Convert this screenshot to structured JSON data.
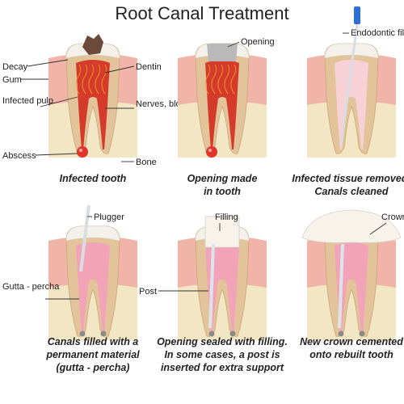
{
  "title": "Root Canal Treatment",
  "panels": [
    {
      "caption": [
        "Infected tooth"
      ],
      "labels": {
        "decay": "Decay",
        "gum": "Gum",
        "infected_pulp": "Infected pulp",
        "abscess": "Abscess",
        "dentin": "Dentin",
        "nerves": "Nerves, blood vessels",
        "bone": "Bone"
      }
    },
    {
      "caption": [
        "Opening made",
        "in tooth"
      ],
      "labels": {
        "opening": "Opening"
      }
    },
    {
      "caption": [
        "Infected tissue removed;",
        "Canals cleaned"
      ],
      "labels": {
        "file": "Endodontic file"
      }
    },
    {
      "caption": [
        "Canals filled with a",
        "permanent material",
        "(gutta - percha)"
      ],
      "labels": {
        "plugger": "Plugger",
        "gutta": "Gutta - percha"
      }
    },
    {
      "caption": [
        "Opening sealed with filling.",
        "In some cases, a post is",
        "inserted for extra support"
      ],
      "labels": {
        "filling": "Filling",
        "post": "Post"
      }
    },
    {
      "caption": [
        "New crown cemented",
        "onto rebuilt tooth"
      ],
      "labels": {
        "crown": "Crown"
      }
    }
  ],
  "colors": {
    "gum": "#f0b5a8",
    "bone": "#f3e6c5",
    "dentin": "#e3c49a",
    "enamel": "#f4f1ea",
    "infected_pulp": "#d43b2a",
    "abscess": "#e0352a",
    "clean_canal": "#f6d1d6",
    "gutta_percha": "#f2a3b8",
    "filling": "#f7f3ea",
    "post": "#dde3ea",
    "instrument": "#d9dde2",
    "file_handle": "#2f6fd0"
  }
}
